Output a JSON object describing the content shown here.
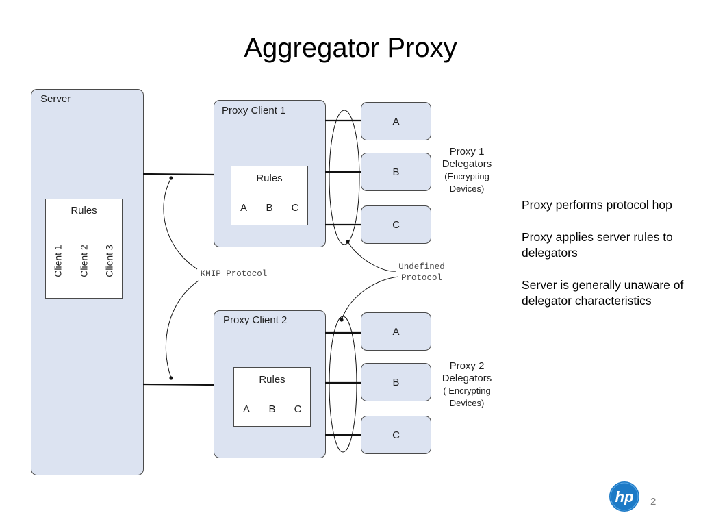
{
  "title": "Aggregator Proxy",
  "server": {
    "label": "Server",
    "rules_label": "Rules",
    "clients": [
      "Client 1",
      "Client 2",
      "Client 3"
    ]
  },
  "proxy1": {
    "label": "Proxy Client 1",
    "rules_label": "Rules",
    "rules": [
      "A",
      "B",
      "C"
    ],
    "delegators": [
      "A",
      "B",
      "C"
    ],
    "delegators_caption": [
      "Proxy 1",
      "Delegators",
      "(Encrypting",
      "Devices)"
    ]
  },
  "proxy2": {
    "label": "Proxy Client 2",
    "rules_label": "Rules",
    "rules": [
      "A",
      "B",
      "C"
    ],
    "delegators": [
      "A",
      "B",
      "C"
    ],
    "delegators_caption": [
      "Proxy 2",
      "Delegators",
      "( Encrypting",
      "Devices)"
    ]
  },
  "protocols": {
    "kmip": "KMIP Protocol",
    "undefined": [
      "Undefined",
      "Protocol"
    ]
  },
  "notes": [
    "Proxy performs protocol hop",
    "Proxy applies server rules to delegators",
    "Server is generally unaware of delegator characteristics"
  ],
  "logo_text": "hp",
  "page_number": "2",
  "colors": {
    "box_fill": "#dce3f1",
    "logo_blue": "#1d7ac6"
  }
}
